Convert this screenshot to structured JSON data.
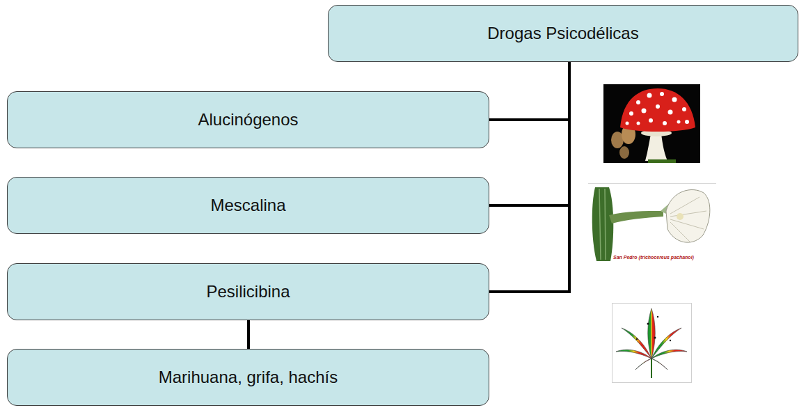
{
  "diagram": {
    "nodes": [
      {
        "text": [
          "Drogas Psicodélicas"
        ]
      },
      {
        "text": [
          "Alucinógenos"
        ]
      },
      {
        "text": [
          "Mescalina"
        ]
      },
      {
        "text": [
          "Pesilicibina"
        ]
      },
      {
        "text": [
          "Marihuana, grifa, hachís"
        ]
      }
    ],
    "edges": [
      {
        "from": 0,
        "to": 1,
        "arrow": "none"
      },
      {
        "from": 0,
        "to": 2,
        "arrow": "none"
      },
      {
        "from": 0,
        "to": 3,
        "arrow": "none"
      },
      {
        "from": 3,
        "to": 4,
        "arrow": "none"
      }
    ],
    "labels": [
      "San Pedro (trichocereus pachanoi)"
    ]
  }
}
